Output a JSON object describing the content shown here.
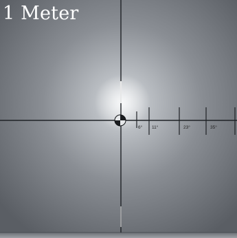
{
  "photo": {
    "caption": "1 Meter",
    "scale_labels": [
      "6°",
      "11°",
      "23°",
      "35°"
    ]
  },
  "colors": {
    "wall_center": "#e9ecef",
    "wall_edge": "#5a5e64",
    "line": "#1f2226",
    "caption": "#ffffff"
  }
}
